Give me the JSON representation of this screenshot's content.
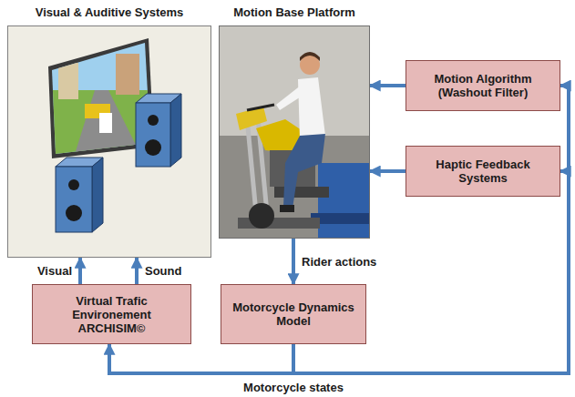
{
  "diagram": {
    "nodes": [
      {
        "text": [
          "Visual & Auditive Systems"
        ]
      },
      {
        "text": [
          "Motion Base Platform"
        ]
      },
      {
        "text": [
          "Motion Algorithm (Washout Filter)"
        ]
      },
      {
        "text": [
          "Haptic Feedback Systems"
        ]
      },
      {
        "text": [
          "Virtual Trafic Environement ARCHISIM©"
        ]
      },
      {
        "text": [
          "Motorcycle Dynamics Model"
        ]
      }
    ],
    "edges": [
      {
        "from": 4,
        "to": 0,
        "label": "Visual",
        "arrow": "to"
      },
      {
        "from": 4,
        "to": 0,
        "label": "Sound",
        "arrow": "to"
      },
      {
        "from": 1,
        "to": 5,
        "label": "Rider actions",
        "arrow": "to"
      },
      {
        "from": 2,
        "to": 1,
        "arrow": "to"
      },
      {
        "from": 3,
        "to": 1,
        "arrow": "to"
      },
      {
        "from": 5,
        "to": 4,
        "arrow": "to"
      },
      {
        "from": 5,
        "to": 2,
        "arrow": "to"
      },
      {
        "from": 5,
        "to": 3,
        "arrow": "to"
      }
    ],
    "labels": [
      "Motorcycle states"
    ]
  }
}
